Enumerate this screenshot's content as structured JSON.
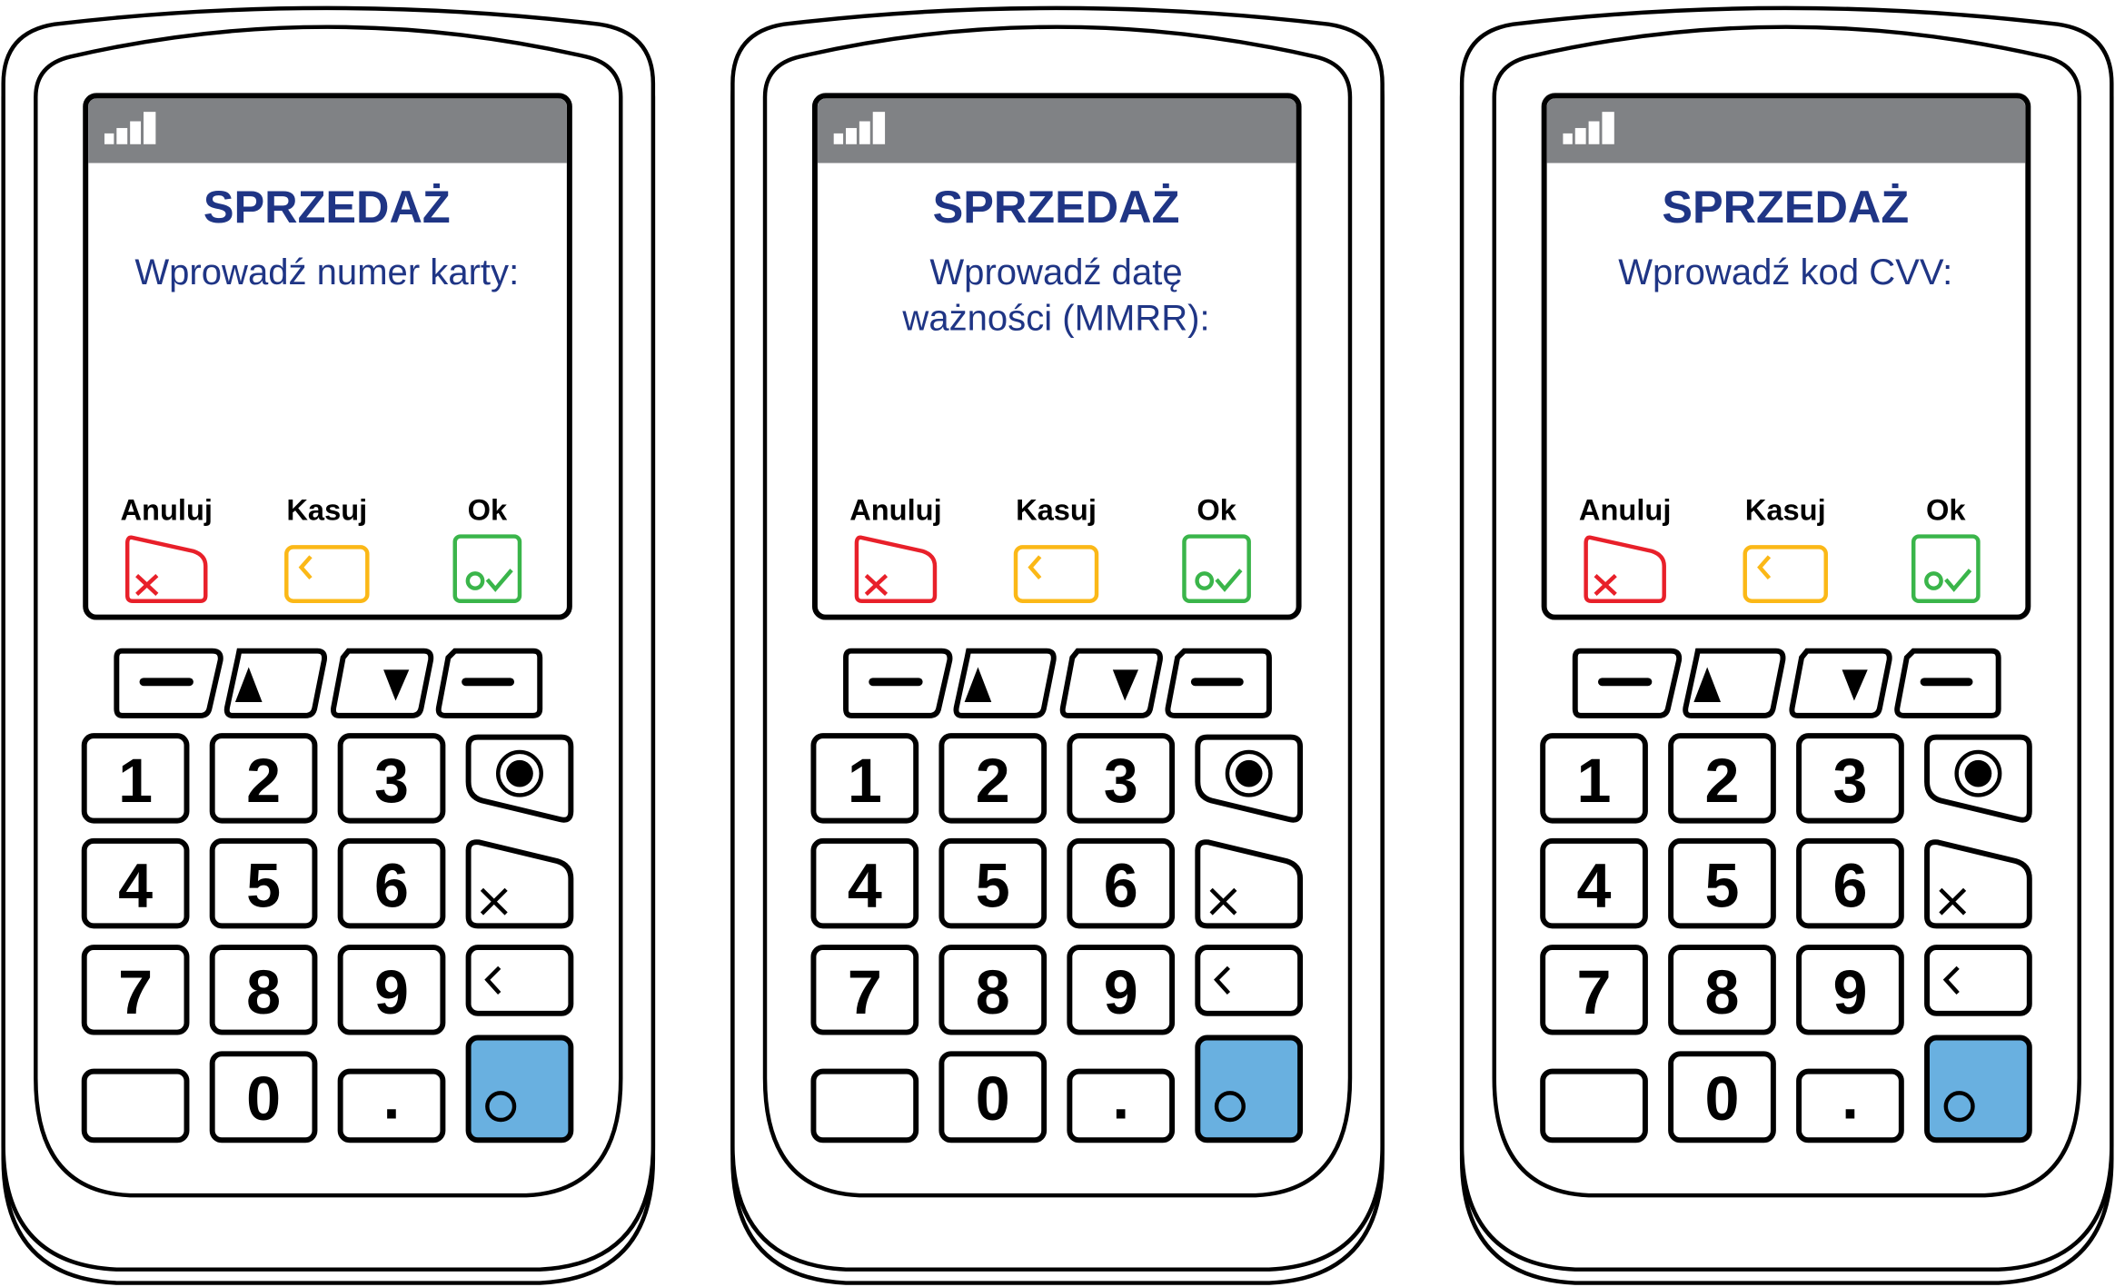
{
  "colors": {
    "title": "#1f3585",
    "header": "#808285",
    "cancel": "#e8202a",
    "clear": "#fbb817",
    "ok": "#3ab54a",
    "enter_key": "#69b0e0"
  },
  "terminals": [
    {
      "title": "SPRZEDAŻ",
      "prompt_lines": [
        "Wprowadź numer karty:"
      ],
      "softkeys": {
        "cancel": "Anuluj",
        "clear": "Kasuj",
        "ok": "Ok"
      }
    },
    {
      "title": "SPRZEDAŻ",
      "prompt_lines": [
        "Wprowadź datę",
        "ważności (MMRR):"
      ],
      "softkeys": {
        "cancel": "Anuluj",
        "clear": "Kasuj",
        "ok": "Ok"
      }
    },
    {
      "title": "SPRZEDAŻ",
      "prompt_lines": [
        "Wprowadź kod CVV:"
      ],
      "softkeys": {
        "cancel": "Anuluj",
        "clear": "Kasuj",
        "ok": "Ok"
      }
    }
  ],
  "keypad": {
    "digits": [
      "1",
      "2",
      "3",
      "4",
      "5",
      "6",
      "7",
      "8",
      "9",
      "0"
    ],
    "dot": "."
  }
}
